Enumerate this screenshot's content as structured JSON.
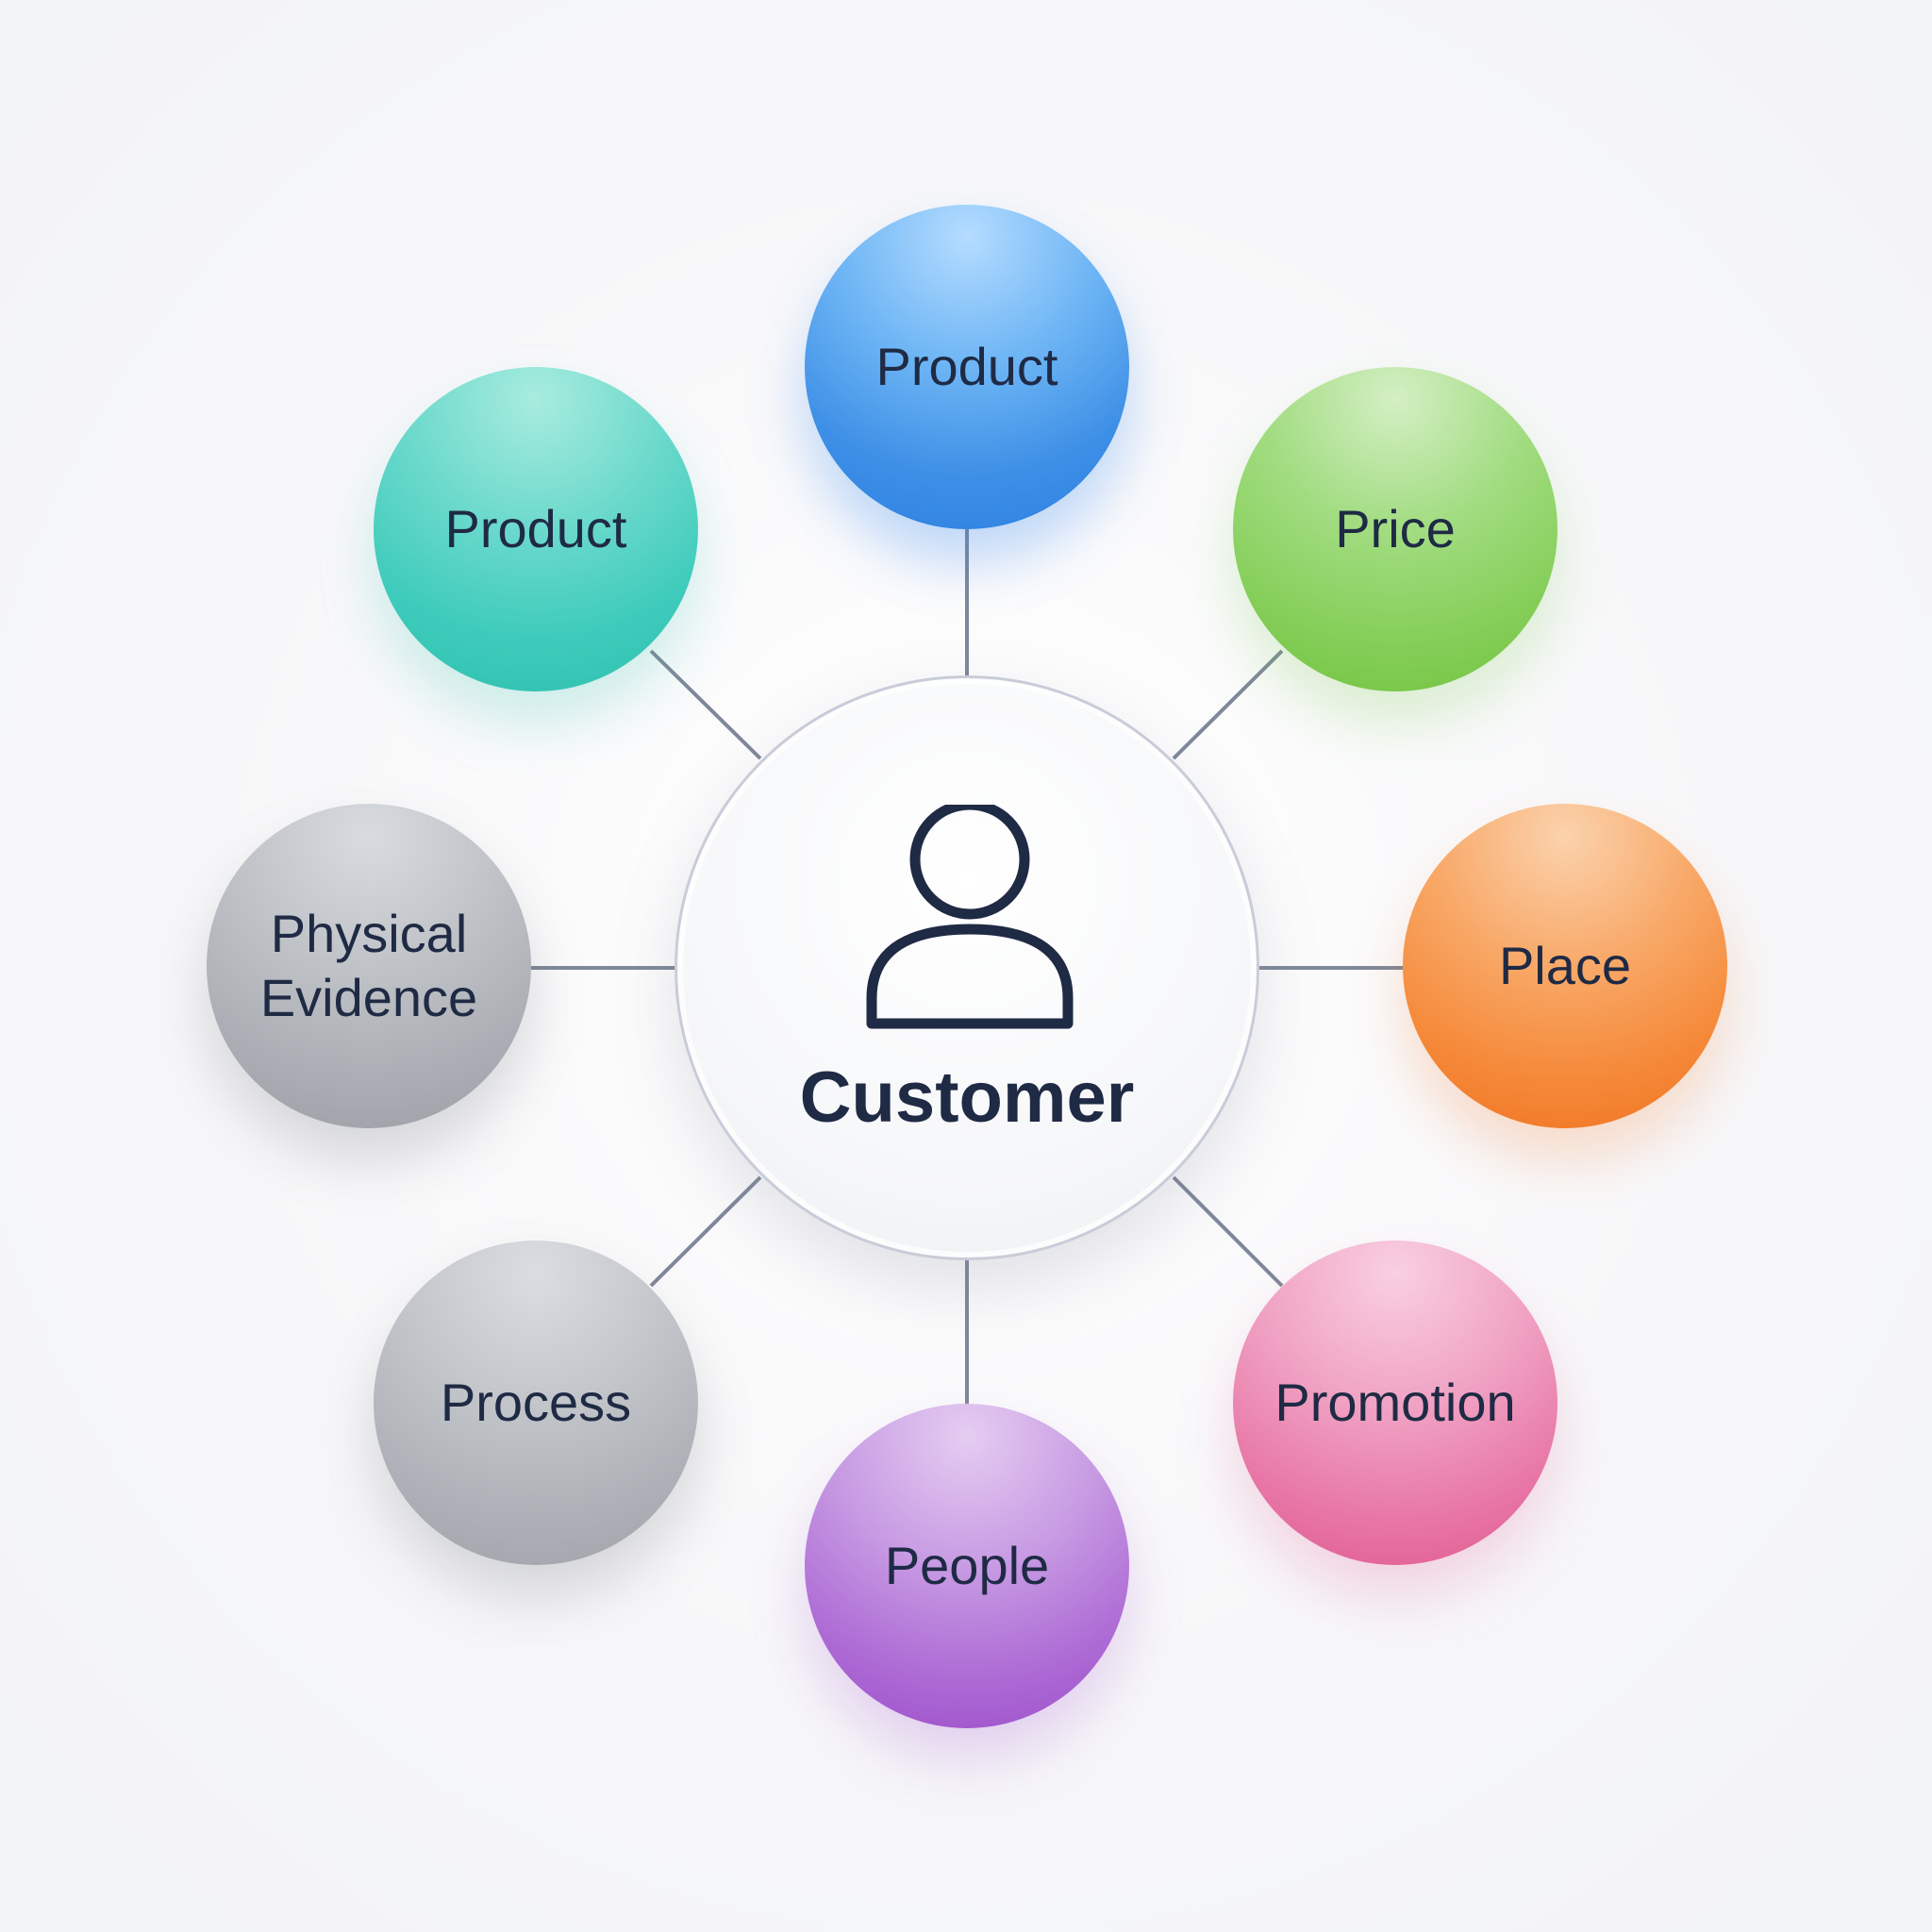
{
  "hub": {
    "label": "Customer",
    "icon": "user-icon"
  },
  "nodes": [
    {
      "id": "product-top",
      "label": "Product",
      "color": "#3d8fe6"
    },
    {
      "id": "price",
      "label": "Price",
      "color": "#86cf5a"
    },
    {
      "id": "place",
      "label": "Place",
      "color": "#f58a3a"
    },
    {
      "id": "promotion",
      "label": "Promotion",
      "color": "#e879a8"
    },
    {
      "id": "people",
      "label": "People",
      "color": "#ae6cd5"
    },
    {
      "id": "process",
      "label": "Process",
      "color": "#aeb1b7"
    },
    {
      "id": "physical-evidence",
      "label": "Physical\nEvidence",
      "color": "#abaeb4"
    },
    {
      "id": "product-left",
      "label": "Product",
      "color": "#3ecbbb"
    }
  ],
  "colors": {
    "connector": "#7f889a",
    "text": "#1f2a44"
  }
}
